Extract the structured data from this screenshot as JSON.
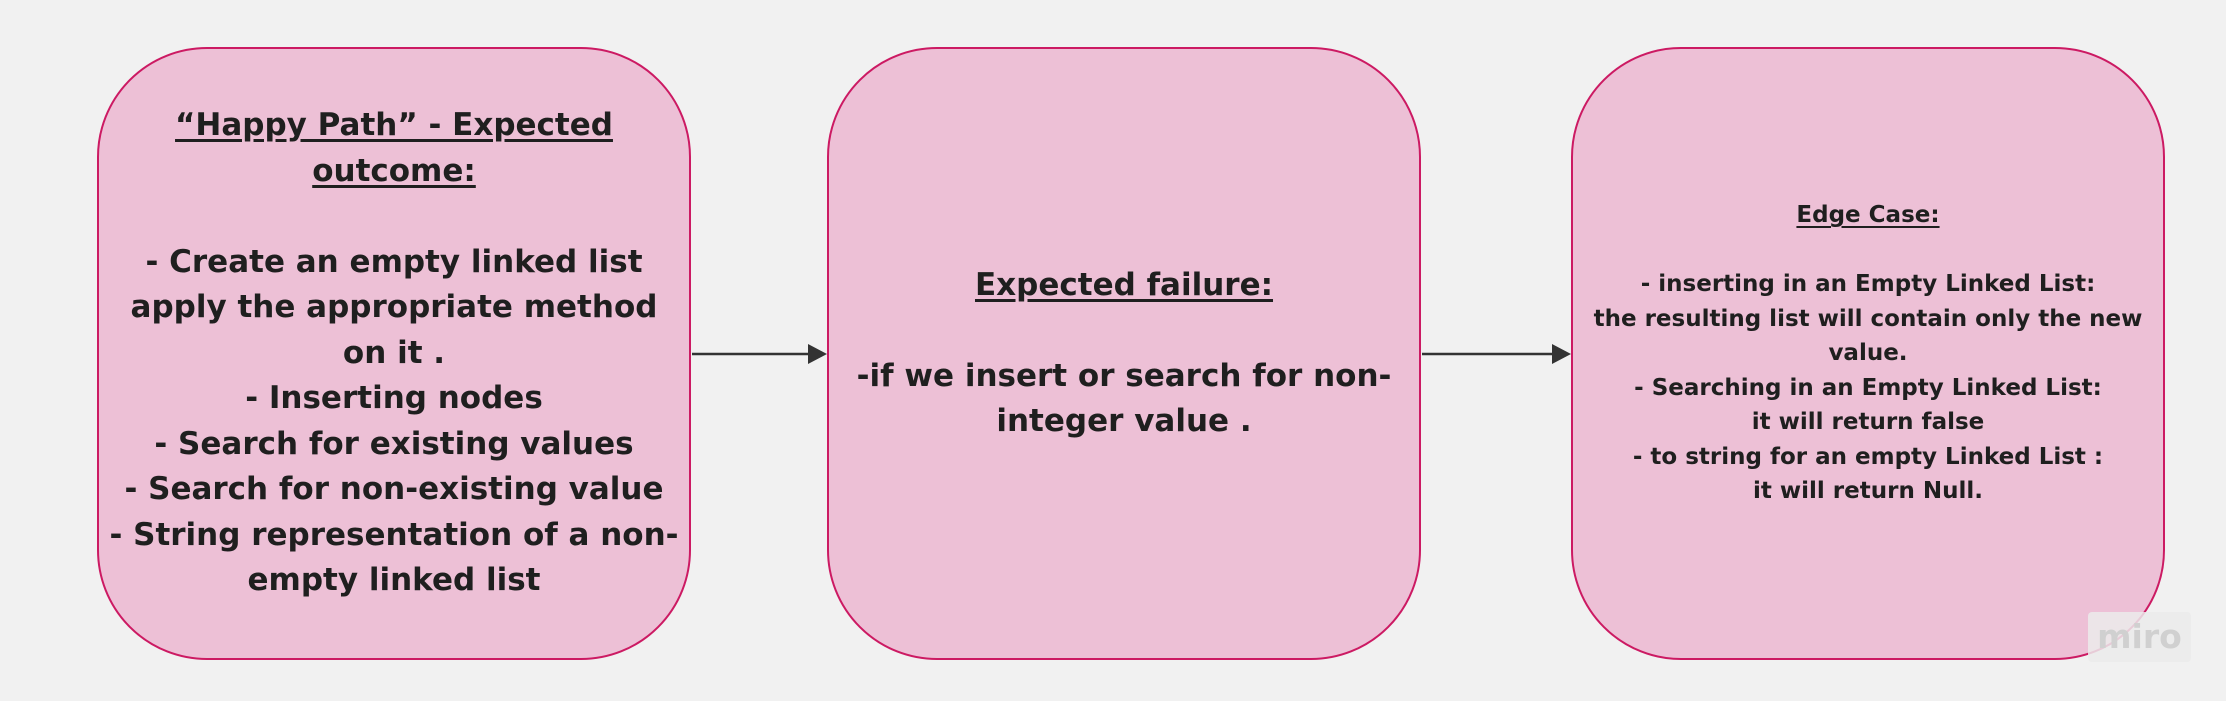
{
  "cards": [
    {
      "title_lines": [
        "“Happy Path” - Expected ",
        "outcome:"
      ],
      "body_lines": [
        "- Create an empty linked list",
        "apply the appropriate method",
        "on it .",
        "-  Inserting nodes",
        "- Search for existing values",
        "- Search for non-existing value",
        "- String representation of a non-",
        "empty linked list"
      ]
    },
    {
      "title_lines": [
        "Expected failure:"
      ],
      "body_lines": [
        "-if we insert or search for non-",
        "integer value ."
      ]
    },
    {
      "title_lines": [
        "Edge Case:"
      ],
      "body_lines": [
        "- inserting in an Empty Linked List:",
        "the resulting list will contain only the new",
        "value.",
        "- Searching in an Empty Linked List:",
        "it will return false",
        "- to string for an empty Linked List :",
        "it will return Null."
      ]
    }
  ],
  "colors": {
    "card_fill": "#edc0d6",
    "card_border": "#cc1a63",
    "text": "#1f1f1f",
    "arrow": "#333333",
    "background": "#f1f1f1"
  },
  "watermark": "miro"
}
